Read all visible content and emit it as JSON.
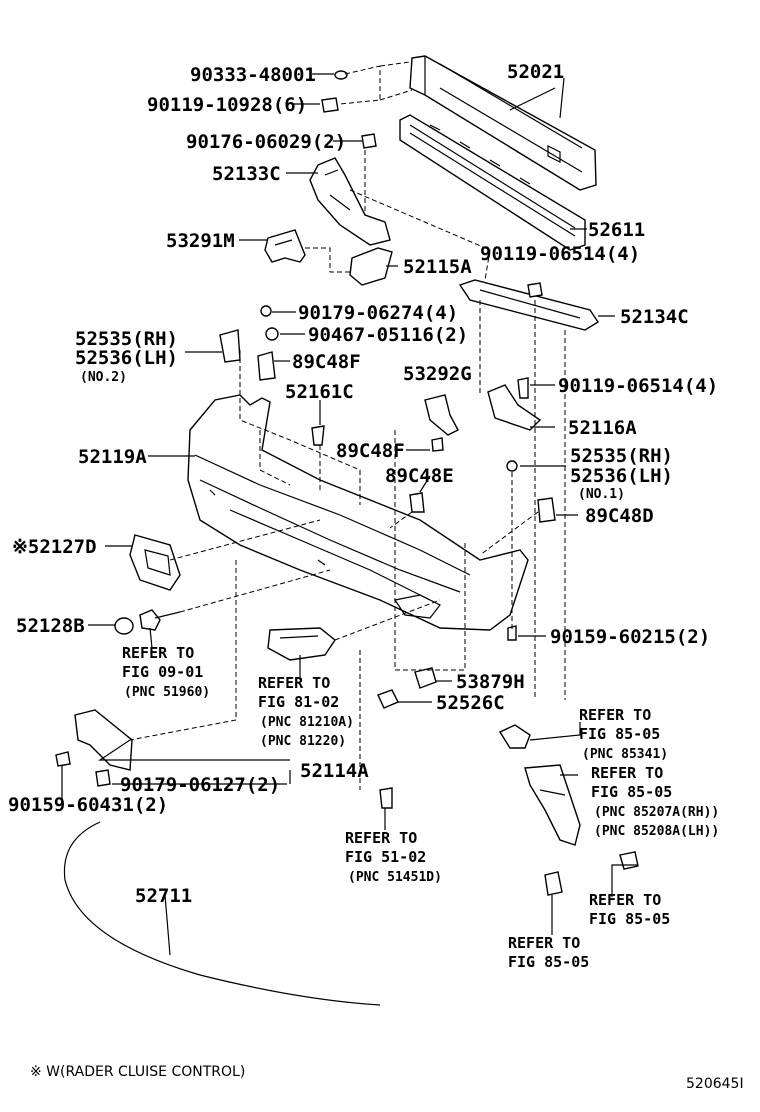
{
  "parts": [
    {
      "id": "p90333",
      "text": "90333-48001"
    },
    {
      "id": "p90119a",
      "text": "90119-10928(6)"
    },
    {
      "id": "p52021",
      "text": "52021"
    },
    {
      "id": "p90176",
      "text": "90176-06029(2)"
    },
    {
      "id": "p52133C",
      "text": "52133C"
    },
    {
      "id": "p52611",
      "text": "52611"
    },
    {
      "id": "p53291M",
      "text": "53291M"
    },
    {
      "id": "p90119b",
      "text": "90119-06514(4)"
    },
    {
      "id": "p52115A",
      "text": "52115A"
    },
    {
      "id": "p90179a",
      "text": "90179-06274(4)"
    },
    {
      "id": "p52134C",
      "text": "52134C"
    },
    {
      "id": "p52535a",
      "text": "52535(RH)"
    },
    {
      "id": "p90467",
      "text": "90467-05116(2)"
    },
    {
      "id": "p52536a",
      "text": "52536(LH)"
    },
    {
      "id": "pno2",
      "text": "(NO.2)"
    },
    {
      "id": "p89C48F",
      "text": "89C48F"
    },
    {
      "id": "p53292G",
      "text": "53292G"
    },
    {
      "id": "p90119c",
      "text": "90119-06514(4)"
    },
    {
      "id": "p52161C",
      "text": "52161C"
    },
    {
      "id": "p52116A",
      "text": "52116A"
    },
    {
      "id": "p52119A",
      "text": "52119A"
    },
    {
      "id": "p89C48Fb",
      "text": "89C48F"
    },
    {
      "id": "p52535b",
      "text": "52535(RH)"
    },
    {
      "id": "p89C48E",
      "text": "89C48E"
    },
    {
      "id": "p52536b",
      "text": "52536(LH)"
    },
    {
      "id": "pno1",
      "text": "(NO.1)"
    },
    {
      "id": "p89C48D",
      "text": "89C48D"
    },
    {
      "id": "p52127D",
      "text": "※52127D"
    },
    {
      "id": "p52128B",
      "text": "52128B"
    },
    {
      "id": "p90159a",
      "text": "90159-60215(2)"
    },
    {
      "id": "p53879H",
      "text": "53879H"
    },
    {
      "id": "p52526C",
      "text": "52526C"
    },
    {
      "id": "p90179b",
      "text": "90179-06127(2)"
    },
    {
      "id": "p52114A",
      "text": "52114A"
    },
    {
      "id": "p90159b",
      "text": "90159-60431(2)"
    },
    {
      "id": "p52711",
      "text": "52711"
    }
  ],
  "refs": [
    {
      "id": "r0901",
      "lines": [
        "REFER TO",
        "FIG 09-01",
        "(PNC 51960)"
      ]
    },
    {
      "id": "r8102",
      "lines": [
        "REFER TO",
        "FIG 81-02",
        "(PNC 81210A)",
        "(PNC 81220)"
      ]
    },
    {
      "id": "r8505a",
      "lines": [
        "REFER TO",
        "FIG 85-05",
        "(PNC 85341)"
      ]
    },
    {
      "id": "r8505b",
      "lines": [
        "REFER TO",
        "FIG 85-05",
        "(PNC 85207A(RH))",
        "(PNC 85208A(LH))"
      ]
    },
    {
      "id": "r5102",
      "lines": [
        "REFER TO",
        "FIG 51-02",
        "(PNC 51451D)"
      ]
    },
    {
      "id": "r8505c",
      "lines": [
        "REFER TO",
        "FIG 85-05"
      ]
    },
    {
      "id": "r8505d",
      "lines": [
        "REFER TO",
        "FIG 85-05"
      ]
    }
  ],
  "footnote": "※  W(RADER CLUISE CONTROL)",
  "figure_code": "520645I"
}
